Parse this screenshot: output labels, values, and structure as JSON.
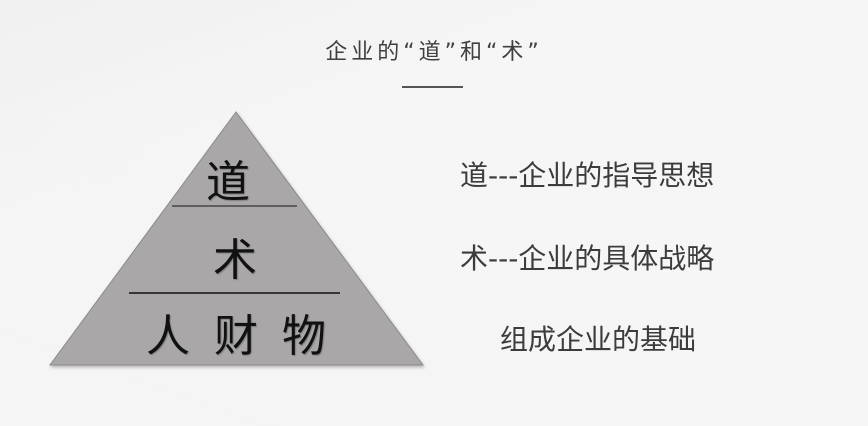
{
  "title": "企业的“道”和“术”",
  "pyramid": {
    "fill_color": "#a9a7a7",
    "levels": [
      {
        "label": "道"
      },
      {
        "label": "术"
      },
      {
        "label_parts": [
          "人",
          "财",
          "物"
        ]
      }
    ]
  },
  "descriptions": [
    {
      "text": "道---企业的指导思想"
    },
    {
      "text": "术---企业的具体战略"
    },
    {
      "text": "组成企业的基础"
    }
  ]
}
